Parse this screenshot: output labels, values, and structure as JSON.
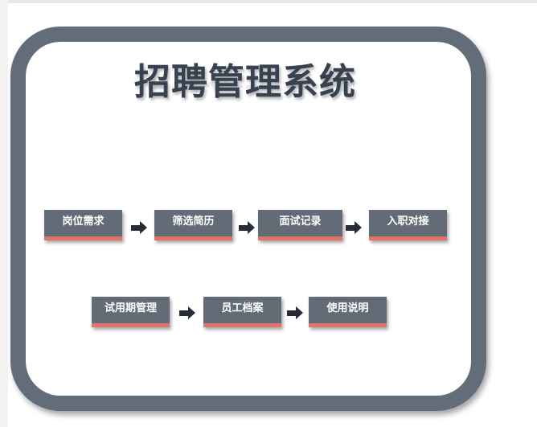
{
  "title": "招聘管理系统",
  "row1": {
    "steps": [
      "岗位需求",
      "筛选简历",
      "面试记录",
      "入职对接"
    ]
  },
  "row2": {
    "steps": [
      "试用期管理",
      "员工档案",
      "使用说明"
    ]
  },
  "icons": {
    "arrow": "arrow-right-icon"
  },
  "colors": {
    "frame": "#636d79",
    "button": "#626b76",
    "accent": "#e0736a",
    "arrow": "#262d36",
    "title": "#37414f"
  }
}
